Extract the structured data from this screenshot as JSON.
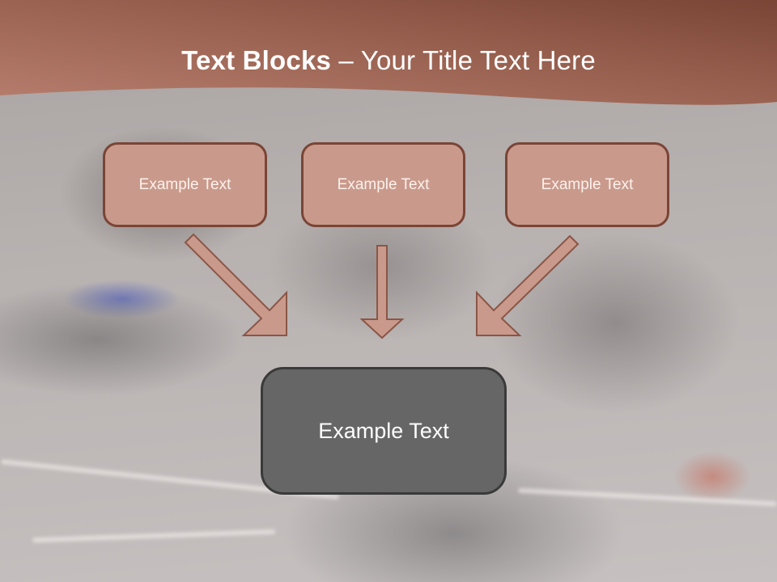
{
  "slide": {
    "title_bold": "Text Blocks",
    "title_separator": " – ",
    "title_rest": "Your Title Text Here"
  },
  "colors": {
    "header_dark": "#7a4536",
    "header_light": "#b37766",
    "box_fill": "#c99a8c",
    "box_border": "#7a4536",
    "main_box_fill": "#666666",
    "main_box_border": "#3a3a3a",
    "arrow_fill": "#c99a8c",
    "arrow_border": "#8a5646"
  },
  "diagram": {
    "top_boxes": [
      {
        "label": "Example Text"
      },
      {
        "label": "Example Text"
      },
      {
        "label": "Example Text"
      }
    ],
    "arrows": [
      {
        "direction": "down-right",
        "icon": "arrow-down-right-icon"
      },
      {
        "direction": "down",
        "icon": "arrow-down-icon"
      },
      {
        "direction": "down-left",
        "icon": "arrow-down-left-icon"
      }
    ],
    "main_box": {
      "label": "Example Text"
    }
  }
}
